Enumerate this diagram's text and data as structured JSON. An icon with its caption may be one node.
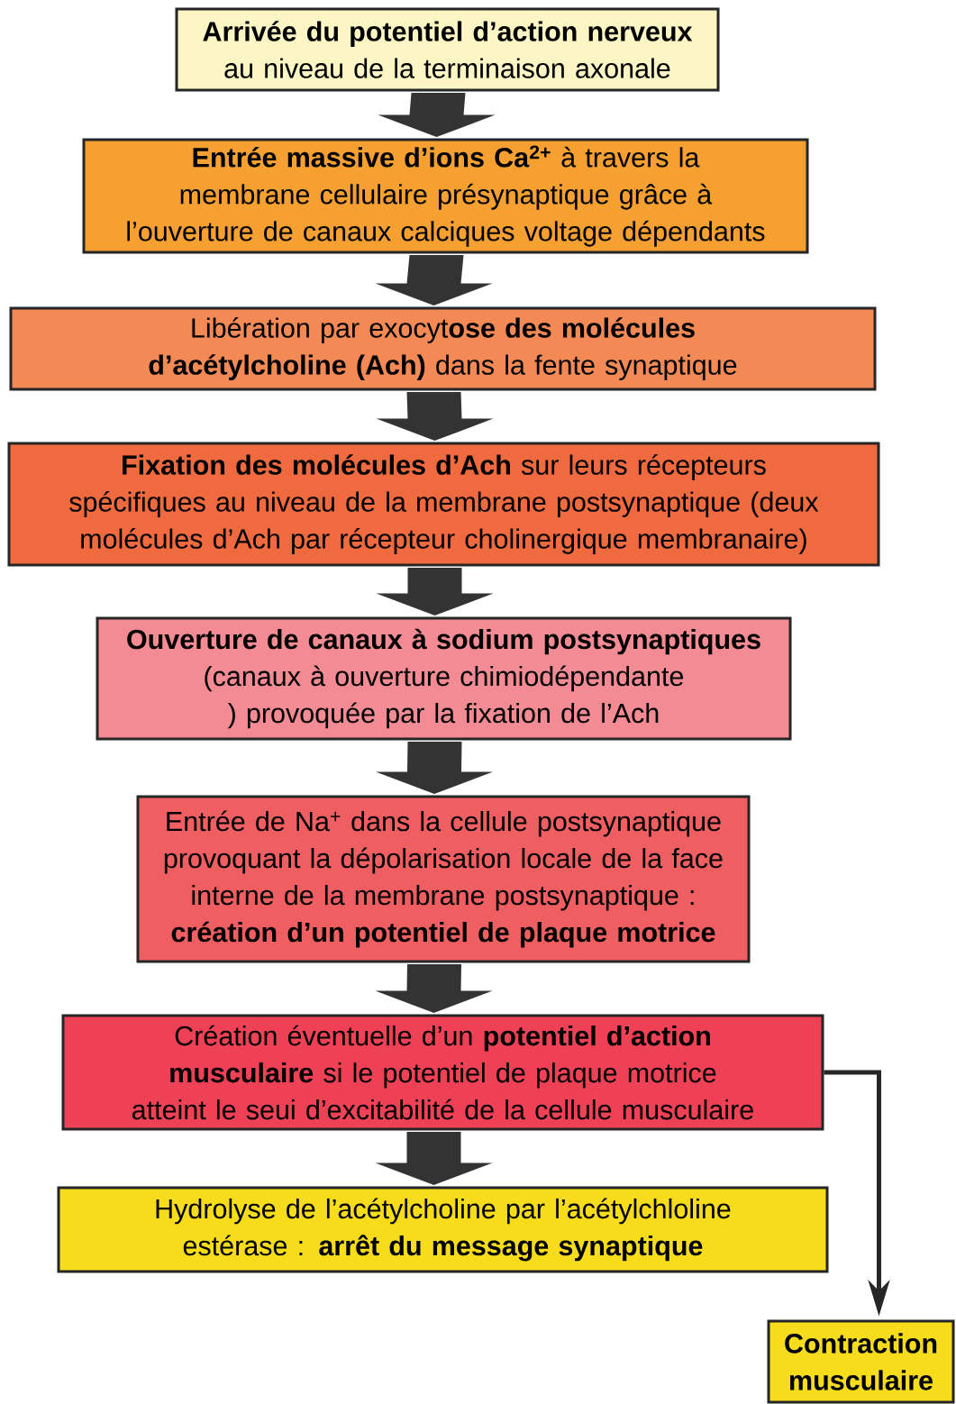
{
  "diagram": {
    "nodes": [
      {
        "text": [
          "**Arrivée du potentiel d’action nerveux** au niveau de la terminaison axonale"
        ]
      },
      {
        "text": [
          "**Entrée massive d’ions Ca$^{2+}$** à travers la membrane cellulaire présynaptique grâce à l’ouverture de canaux calciques voltage dépendants"
        ]
      },
      {
        "text": [
          "Libération par exocyt**ose des molécules d’acétylcholine (Ach)** dans la fente synaptique"
        ]
      },
      {
        "text": [
          "**Fixation des molécules d’Ach** sur leurs récepteurs spécifiques au niveau de la membrane postsynaptique (deux molécules d’Ach par récepteur cholinergique membranaire)"
        ]
      },
      {
        "text": [
          "**Ouverture de canaux à sodium postsynaptiques** (canaux à ouverture chimiodépendante ) provoquée par la fixation de l’Ach"
        ]
      },
      {
        "text": [
          "Entrée de Na$^{+}$ dans la cellule postsynaptique provoquant la dépolarisation locale de la face interne de la membrane postsynaptique : **création d’un potentiel de plaque motrice**"
        ]
      },
      {
        "text": [
          "Création éventuelle d’un **potentiel d’action musculaire** si le potentiel de plaque motrice atteint le seui d’excitabilité de la cellule musculaire"
        ]
      },
      {
        "text": [
          "Hydrolyse de l’acétylcholine par l’acétylchloline estérase : **arrêt du message synaptique**"
        ]
      },
      {
        "text": [
          "**Contraction musculaire**"
        ]
      }
    ],
    "edges": [
      {
        "from": 0,
        "to": 1,
        "arrow": "to"
      },
      {
        "from": 1,
        "to": 2,
        "arrow": "to"
      },
      {
        "from": 2,
        "to": 3,
        "arrow": "to"
      },
      {
        "from": 3,
        "to": 4,
        "arrow": "to"
      },
      {
        "from": 4,
        "to": 5,
        "arrow": "to"
      },
      {
        "from": 5,
        "to": 6,
        "arrow": "to"
      },
      {
        "from": 6,
        "to": 7,
        "arrow": "to"
      },
      {
        "from": 6,
        "to": 8,
        "arrow": "to"
      }
    ]
  }
}
